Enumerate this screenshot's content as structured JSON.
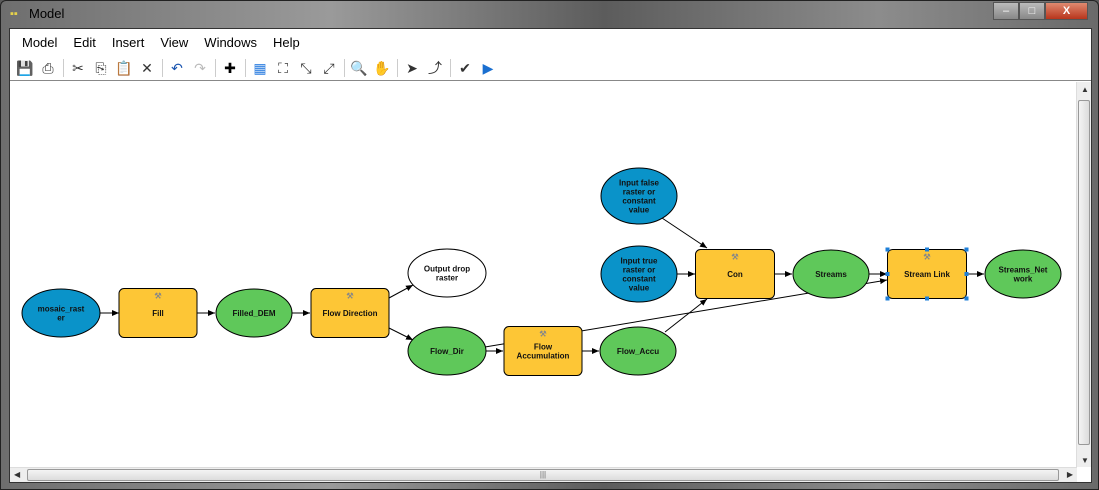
{
  "window": {
    "title": "Model",
    "minimize": "–",
    "maximize": "□",
    "close": "X"
  },
  "menu": [
    "Model",
    "Edit",
    "Insert",
    "View",
    "Windows",
    "Help"
  ],
  "toolbar": [
    {
      "name": "save-icon",
      "glyph": "💾"
    },
    {
      "name": "print-icon",
      "glyph": "⎙"
    },
    {
      "sep": true
    },
    {
      "name": "cut-icon",
      "glyph": "✂"
    },
    {
      "name": "copy-icon",
      "glyph": "⎘"
    },
    {
      "name": "paste-icon",
      "glyph": "📋"
    },
    {
      "name": "delete-icon",
      "glyph": "✕"
    },
    {
      "sep": true
    },
    {
      "name": "undo-icon",
      "glyph": "↶"
    },
    {
      "name": "redo-icon",
      "glyph": "↷"
    },
    {
      "sep": true
    },
    {
      "name": "add-data-icon",
      "glyph": "✚"
    },
    {
      "sep": true
    },
    {
      "name": "auto-layout-icon",
      "glyph": "▦"
    },
    {
      "name": "full-extent-icon",
      "glyph": "⛶"
    },
    {
      "name": "fixed-zoom-in-icon",
      "glyph": "⤡"
    },
    {
      "name": "fixed-zoom-out-icon",
      "glyph": "⤢"
    },
    {
      "sep": true
    },
    {
      "name": "zoom-in-icon",
      "glyph": "🔍"
    },
    {
      "name": "pan-icon",
      "glyph": "✋"
    },
    {
      "sep": true
    },
    {
      "name": "select-icon",
      "glyph": "➤"
    },
    {
      "name": "connect-icon",
      "glyph": "⤴"
    },
    {
      "sep": true
    },
    {
      "name": "validate-icon",
      "glyph": "✔"
    },
    {
      "name": "run-icon",
      "glyph": "▶"
    }
  ],
  "colors": {
    "input": "#0a93c9",
    "tool": "#fdc636",
    "output": "#5fc85a",
    "empty": "#ffffff"
  },
  "nodes": {
    "mosaic": [
      "mosaic_rast",
      "er"
    ],
    "fill": [
      "Fill"
    ],
    "filled": [
      "Filled_DEM"
    ],
    "flowdir_tool": [
      "Flow Direction"
    ],
    "outdrop": [
      "Output drop",
      "raster"
    ],
    "flowdir": [
      "Flow_Dir"
    ],
    "flowacc_tool": [
      "Flow",
      "Accumulation"
    ],
    "flowacc": [
      "Flow_Accu"
    ],
    "infalse": [
      "Input false",
      "raster or",
      "constant",
      "value"
    ],
    "intrue": [
      "Input true",
      "raster or",
      "constant",
      "value"
    ],
    "con": [
      "Con"
    ],
    "streams": [
      "Streams"
    ],
    "streamlink": [
      "Stream Link"
    ],
    "network": [
      "Streams_Net",
      "work"
    ]
  },
  "scroll": {
    "grip": "|||"
  }
}
